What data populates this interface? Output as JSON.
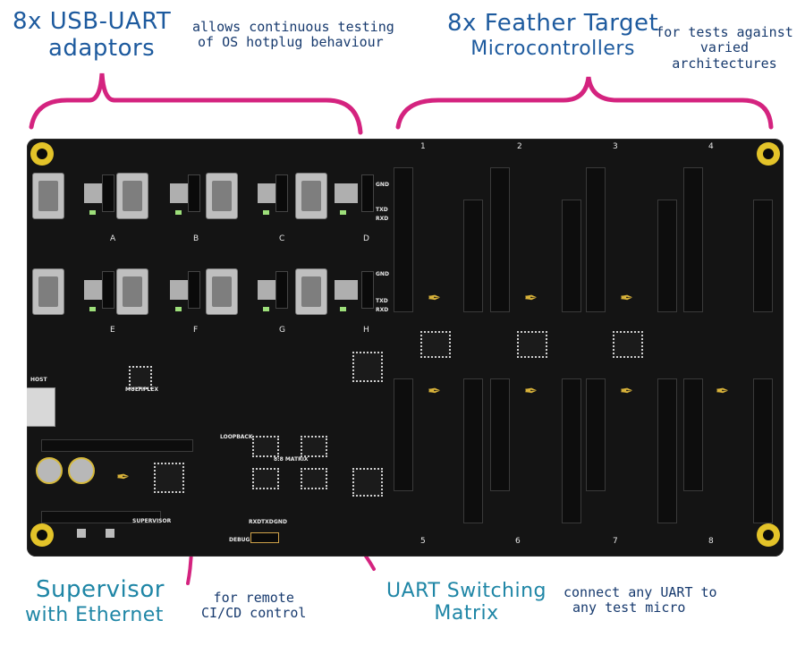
{
  "annotations": {
    "usb_title_1": "8x USB-UART",
    "usb_title_2": "adaptors",
    "usb_note_1": "allows continuous testing",
    "usb_note_2": "of OS hotplug behaviour",
    "feather_title_1": "8x Feather Target",
    "feather_title_2": "Microcontrollers",
    "feather_note_1": "for tests against",
    "feather_note_2": "varied architectures",
    "supervisor_title_1": "Supervisor",
    "supervisor_title_2": "with Ethernet",
    "supervisor_note_1": "for remote",
    "supervisor_note_2": "CI/CD control",
    "matrix_title_1": "UART Switching",
    "matrix_title_2": "Matrix",
    "matrix_note_1": "connect any UART to",
    "matrix_note_2": "any test micro"
  },
  "board": {
    "uart_labels_top": [
      "A",
      "B",
      "C",
      "D"
    ],
    "uart_labels_bottom": [
      "E",
      "F",
      "G",
      "H"
    ],
    "pin_labels": [
      "GND",
      "TXD",
      "RXD"
    ],
    "target_numbers_top": [
      "1",
      "2",
      "3",
      "4"
    ],
    "target_numbers_bottom": [
      "5",
      "6",
      "7",
      "8"
    ],
    "host": "HOST",
    "multiplex": "MULTIPLEX",
    "loopback": "LOOPBACK",
    "matrix": "8:8 MATRIX",
    "supervisor": "SUPERVISOR",
    "debug": "DEBUG",
    "debug_pins": [
      "RXD",
      "TXD",
      "GND"
    ]
  },
  "colors": {
    "board": "#141414",
    "brace": "#d4237f",
    "handwriting": "#1d5a9e",
    "gold": "#e3c329"
  }
}
